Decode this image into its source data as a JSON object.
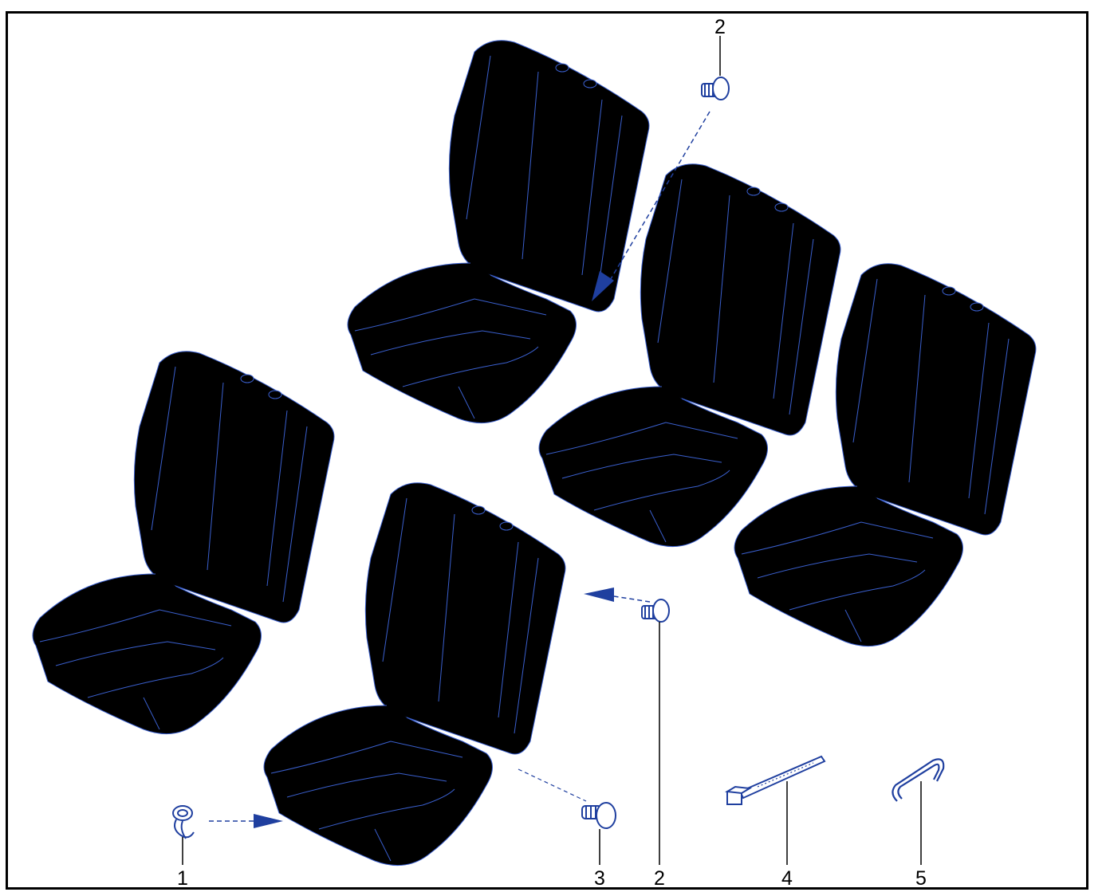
{
  "diagram": {
    "callouts": [
      {
        "id": "callout-1",
        "label": "1"
      },
      {
        "id": "callout-2-top",
        "label": "2"
      },
      {
        "id": "callout-2-bottom",
        "label": "2"
      },
      {
        "id": "callout-3",
        "label": "3"
      },
      {
        "id": "callout-4",
        "label": "4"
      },
      {
        "id": "callout-5",
        "label": "5"
      }
    ]
  },
  "colors": {
    "line": "#3a5fcd",
    "part": "#1f3f9f",
    "frame": "#000000"
  }
}
